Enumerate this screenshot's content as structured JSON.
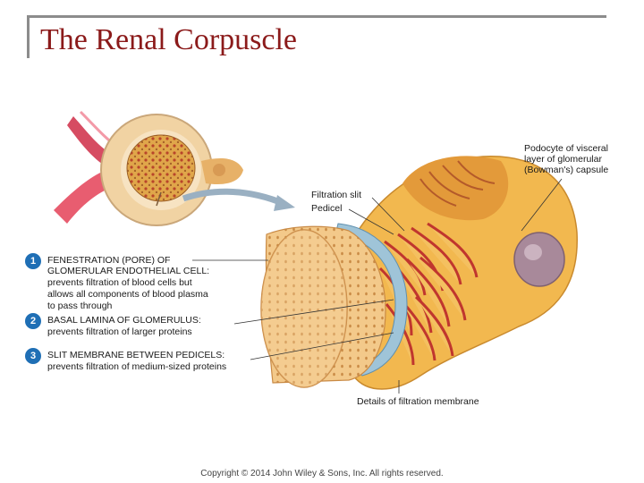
{
  "title": "The Renal Corpuscle",
  "colors": {
    "title": "#8b1a1a",
    "step_badge": "#1f6fb5",
    "frame": "#8c8c8c"
  },
  "labels": {
    "filtration_slit": "Filtration slit",
    "pedicel": "Pedicel",
    "podocyte": [
      "Podocyte of visceral",
      "layer of glomerular",
      "(Bowman's) capsule"
    ],
    "details": "Details of filtration membrane"
  },
  "steps": [
    {
      "number": "1",
      "lines": [
        "FENESTRATION (PORE) OF",
        "GLOMERULAR ENDOTHELIAL CELL:",
        "prevents filtration of  blood cells but",
        "allows all components of blood plasma",
        "to pass through"
      ]
    },
    {
      "number": "2",
      "lines": [
        "BASAL LAMINA OF GLOMERULUS:",
        "prevents filtration of larger proteins"
      ]
    },
    {
      "number": "3",
      "lines": [
        "SLIT MEMBRANE BETWEEN PEDICELS:",
        "prevents filtration of medium-sized proteins"
      ]
    }
  ],
  "copyright": "Copyright © 2014 John Wiley & Sons, Inc. All rights reserved."
}
